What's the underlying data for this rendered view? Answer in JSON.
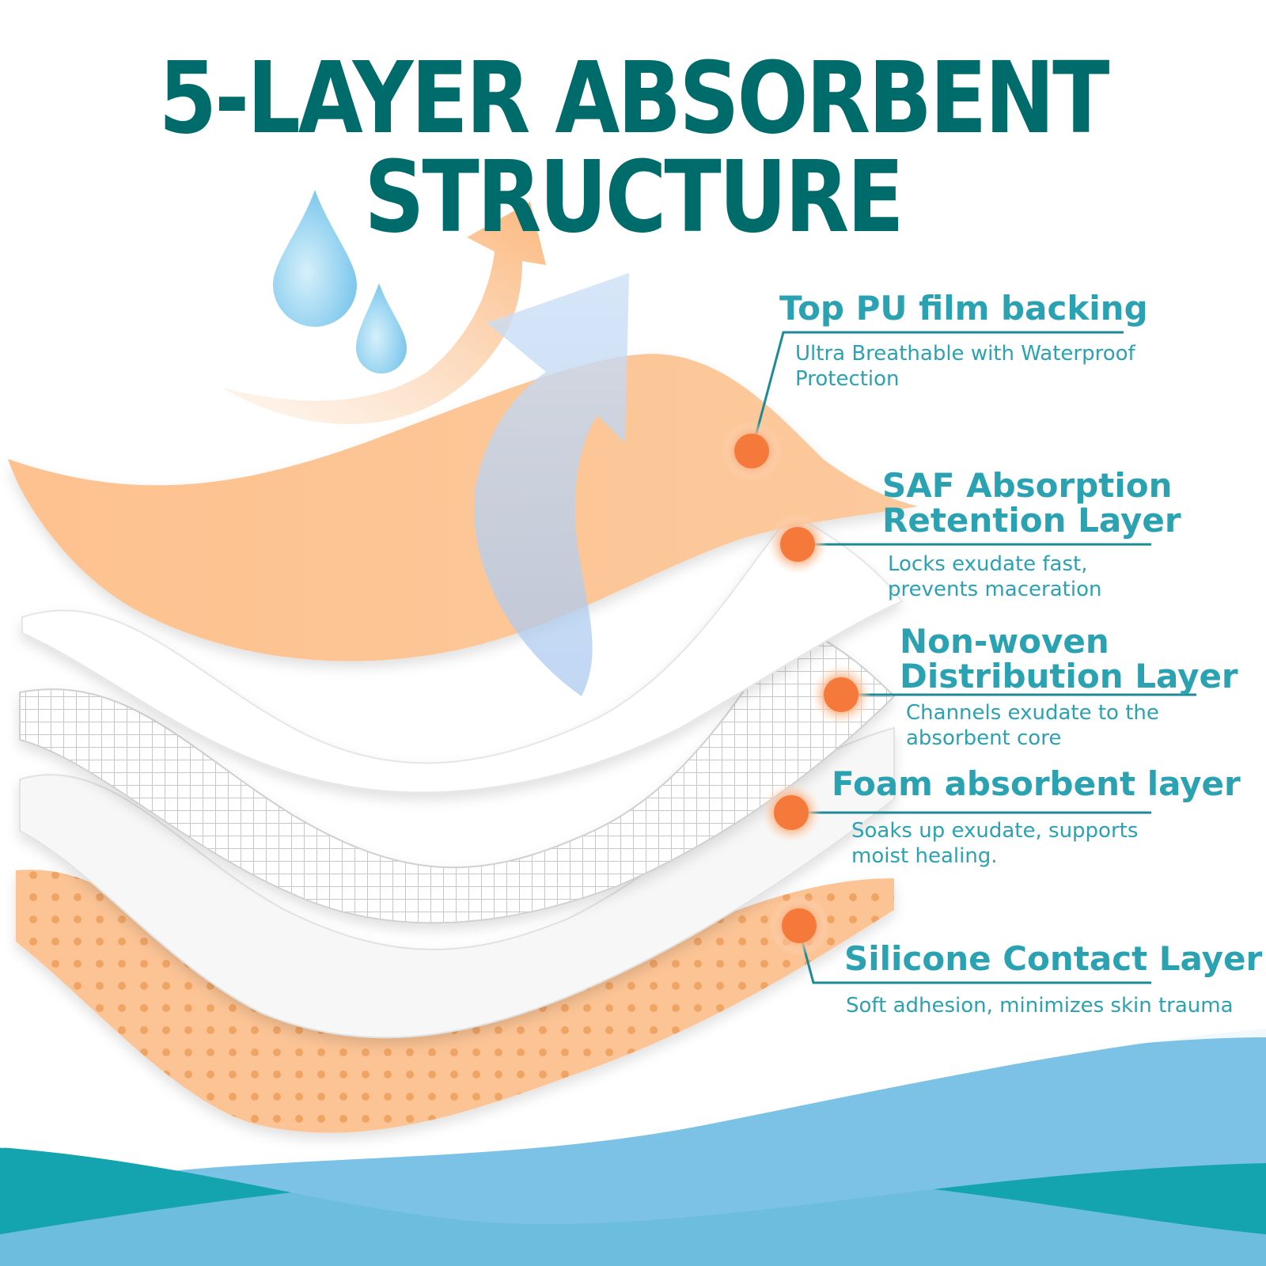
{
  "title": "5-LAYER ABSORBENT STRUCTURE",
  "colors": {
    "title": "#006b6b",
    "label": "#2ba2b2",
    "desc": "#2ba2b2",
    "leader": "#1d8a96",
    "marker": "#f5793a",
    "peach": "#fcc495",
    "wave_dark": "#14a4b0",
    "wave_light": "#7cc2e6"
  },
  "icons": [
    "water-drop-icon",
    "water-drop-icon",
    "upward-arrow-icon",
    "upward-arrow-icon"
  ],
  "layers": [
    {
      "name": "Top PU film backing",
      "desc": "Ultra Breathable with Waterproof Protection"
    },
    {
      "name": "SAF Absorption\nRetention Layer",
      "desc": "Locks exudate fast,\nprevents maceration"
    },
    {
      "name": "Non-woven\nDistribution Layer",
      "desc": "Channels exudate to the\nabsorbent core"
    },
    {
      "name": "Foam absorbent layer",
      "desc": "Soaks up exudate, supports\nmoist healing."
    },
    {
      "name": "Silicone Contact Layer",
      "desc": "Soft adhesion, minimizes skin trauma"
    }
  ]
}
